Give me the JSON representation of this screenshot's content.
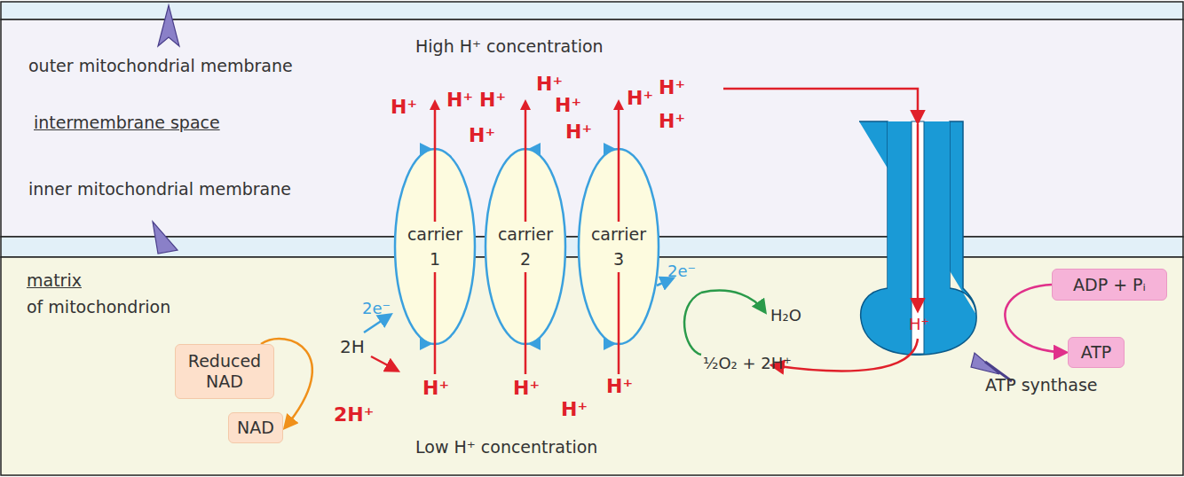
{
  "diagram": {
    "nodes": [
      {
        "text": [
          "carrier 1"
        ]
      },
      {
        "text": [
          "carrier 2"
        ]
      },
      {
        "text": [
          "carrier 3"
        ]
      },
      {
        "text": [
          "Reduced NAD"
        ]
      },
      {
        "text": [
          "NAD"
        ]
      },
      {
        "text": [
          "ADP + Pᵢ"
        ]
      },
      {
        "text": [
          "ATP"
        ]
      }
    ],
    "edges": [
      {
        "from": 3,
        "to": 4,
        "arrow": "to"
      },
      {
        "from": 5,
        "to": 6,
        "arrow": "to"
      }
    ],
    "labels": [
      "outer mitochondrial membrane",
      "intermembrane space",
      "inner mitochondrial membrane",
      "matrix",
      "of mitochondrion",
      "High H⁺ concentration",
      "Low H⁺ concentration",
      "H⁺",
      "H⁺",
      "H⁺",
      "H⁺",
      "H⁺",
      "H⁺",
      "H⁺",
      "H⁺",
      "H⁺",
      "H⁺",
      "2H",
      "2e⁻",
      "2H⁺",
      "H⁺",
      "H⁺",
      "H⁺",
      "H⁺",
      "2e⁻",
      "H₂O",
      "½O₂ + 2H⁺",
      "H⁺",
      "ATP synthase"
    ]
  }
}
